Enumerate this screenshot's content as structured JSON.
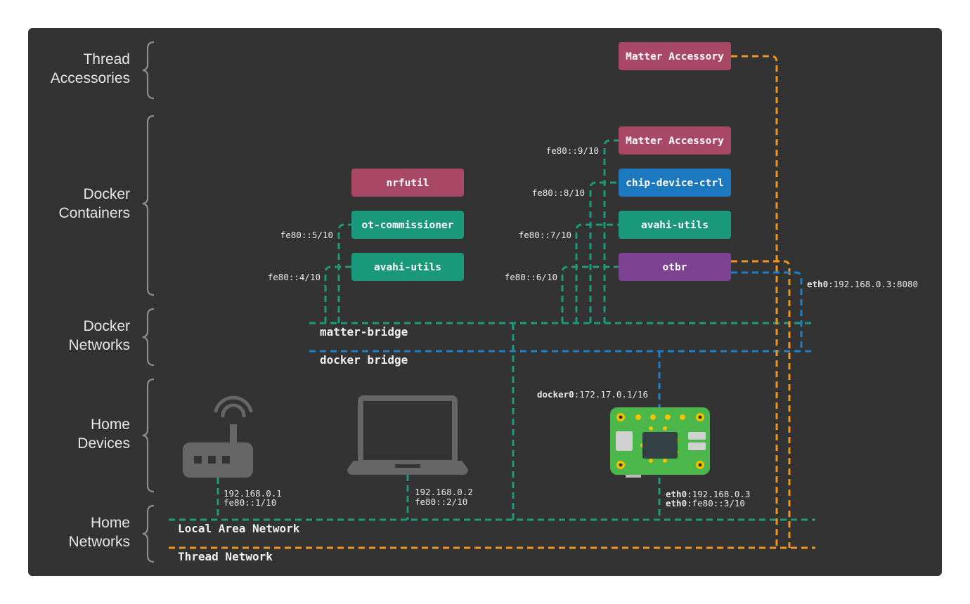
{
  "sections": {
    "thread_accessories": [
      "Thread",
      "Accessories"
    ],
    "docker_containers": [
      "Docker",
      "Containers"
    ],
    "docker_networks": [
      "Docker",
      "Networks"
    ],
    "home_devices": [
      "Home",
      "Devices"
    ],
    "home_networks": [
      "Home",
      "Networks"
    ]
  },
  "nodes": {
    "matter_accessory_thread": "Matter Accessory",
    "matter_accessory_docker": "Matter Accessory",
    "chip_device_ctrl": "chip-device-ctrl",
    "avahi_utils_right": "avahi-utils",
    "otbr": "otbr",
    "nrfutil": "nrfutil",
    "ot_commissioner": "ot-commissioner",
    "avahi_utils_left": "avahi-utils"
  },
  "addresses": {
    "fe80_9": "fe80::9/10",
    "fe80_8": "fe80::8/10",
    "fe80_7": "fe80::7/10",
    "fe80_6": "fe80::6/10",
    "fe80_5": "fe80::5/10",
    "fe80_4": "fe80::4/10",
    "otbr_port_iface": "eth0",
    "otbr_port_addr": ":192.168.0.3:8080",
    "docker0_iface": "docker0",
    "docker0_addr": ":172.17.0.1/16",
    "router_ipv4": "192.168.0.1",
    "router_ipv6": "fe80::1/10",
    "laptop_ipv4": "192.168.0.2",
    "laptop_ipv6": "fe80::2/10",
    "pi_iface_1": "eth0",
    "pi_ipv4": ":192.168.0.3",
    "pi_iface_2": "eth0",
    "pi_ipv6": ":fe80::3/10"
  },
  "networks": {
    "matter_bridge": "matter-bridge",
    "docker_bridge": "docker bridge",
    "lan": "Local Area Network",
    "thread": "Thread Network"
  },
  "colors": {
    "background": "#333333",
    "matter_accessory": "#a84866",
    "container_teal": "#1a987a",
    "chip_blue": "#1d79bf",
    "otbr_purple": "#7d4291",
    "teal_line": "#1c9a7a",
    "blue_line": "#1f7fc4",
    "orange_line": "#f0951e",
    "device_gray": "#666666",
    "pi_green": "#4bb64a",
    "pi_gold": "#f2c200"
  },
  "icons": {
    "router": "wifi-router-icon",
    "laptop": "laptop-icon",
    "raspberry_pi": "raspberry-pi-board-icon"
  }
}
